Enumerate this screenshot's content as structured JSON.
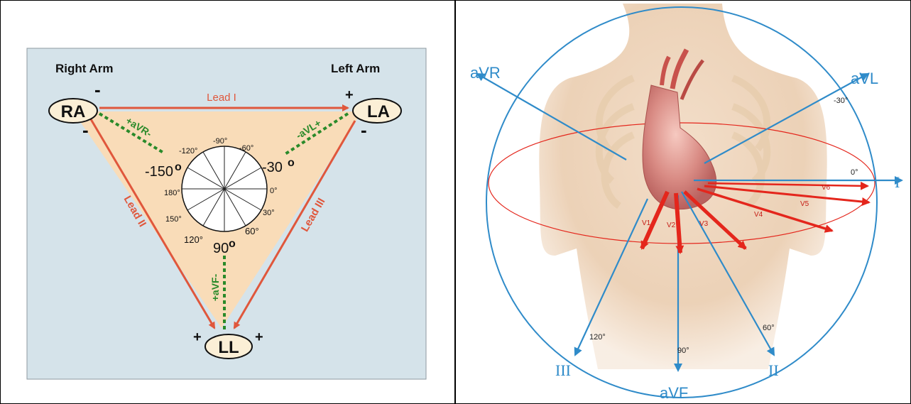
{
  "einthoven": {
    "right_arm_title": "Right Arm",
    "left_arm_title": "Left Arm",
    "ra": "RA",
    "la": "LA",
    "ll": "LL",
    "lead1": "Lead I",
    "lead2": "Lead II",
    "lead3": "Lead III",
    "avr": "+aVR-",
    "avl": "-aVL+",
    "avf": "+aVF-",
    "minus": "-",
    "plus": "+",
    "ang_m90": "-90°",
    "ang_m60": "-60°",
    "ang_m120": "-120°",
    "ang_m150": "-150",
    "ang_m30": "-30",
    "ang_180": "180°",
    "ang_0": "0°",
    "ang_150": "150°",
    "ang_30": "30°",
    "ang_120": "120°",
    "ang_60": "60°",
    "ang_90": "90",
    "deg": "o",
    "colors": {
      "background": "#d5e3ea",
      "triangle": "#f9dcb8",
      "lead_arrow": "#e0573c",
      "augmented": "#2a8a2a",
      "electrode": "#fbefd6"
    }
  },
  "hexaxial": {
    "aVR": "aVR",
    "aVL": "aVL",
    "I": "I",
    "II": "II",
    "III": "III",
    "aVF": "aVF",
    "deg_m30": "-30°",
    "deg_0": "0°",
    "deg_60": "60°",
    "deg_90": "90°",
    "deg_120": "120°",
    "V1": "V1",
    "V2": "V2",
    "V3": "V3",
    "V4": "V4",
    "V5": "V5",
    "V6": "V6",
    "colors": {
      "limb_axis": "#2f8bc9",
      "precordial": "#e4261c",
      "skin": "#ecd2b8"
    }
  }
}
